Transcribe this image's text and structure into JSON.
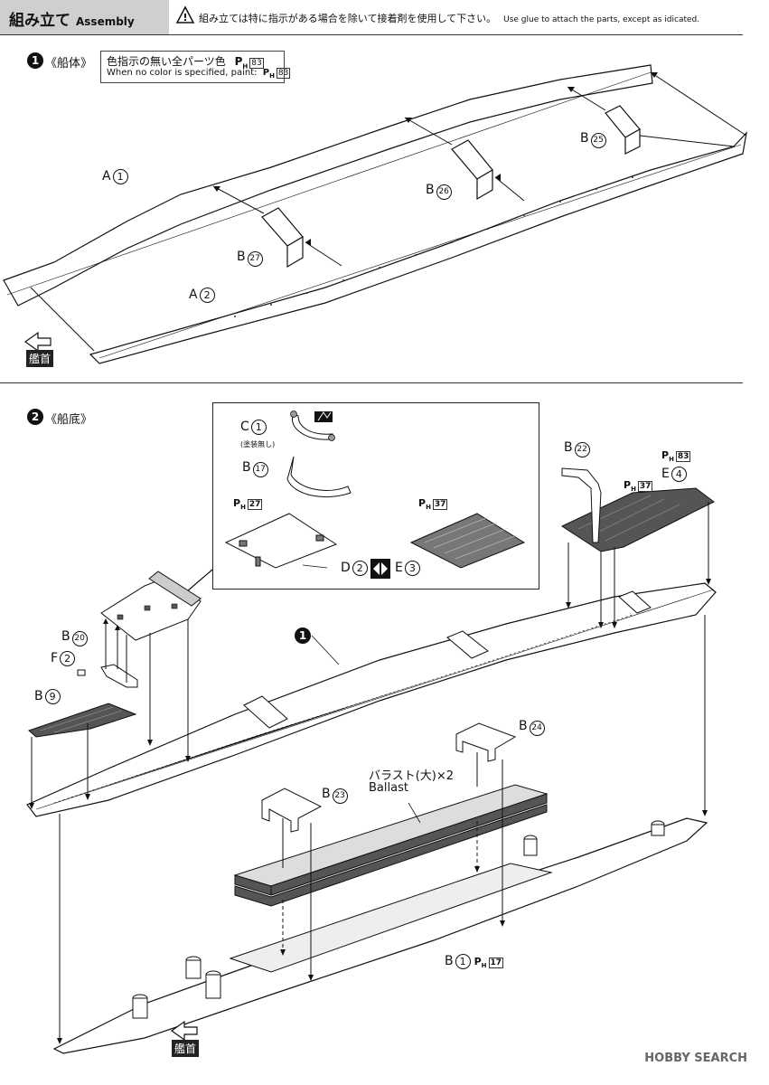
{
  "header": {
    "title_jp": "組み立て",
    "title_en": "Assembly",
    "warning_icon": "warning-triangle-icon",
    "notice_jp": "組み立ては特に指示がある場合を除いて接着剤を使用して下さい。",
    "notice_en": "Use glue to attach the parts, except as idicated."
  },
  "step1": {
    "number": "1",
    "title": "《船体》",
    "note_jp": "色指示の無い全パーツ色",
    "note_en": "When no color is specified, paint:",
    "note_ph": "P",
    "note_ph_sub": "H",
    "note_ph_num": "83",
    "parts": [
      {
        "letter": "A",
        "num": "1"
      },
      {
        "letter": "A",
        "num": "2"
      },
      {
        "letter": "B",
        "num": "27"
      },
      {
        "letter": "B",
        "num": "26"
      },
      {
        "letter": "B",
        "num": "25"
      }
    ],
    "bow_label": "艦首"
  },
  "step2": {
    "number": "2",
    "title": "《船底》",
    "inset": {
      "c_letter": "C",
      "c_num": "1",
      "c_note": "(塗装無し)",
      "b_letter": "B",
      "b_num": "17",
      "ph27": "27",
      "ph37": "37",
      "d_letter": "D",
      "d_num": "2",
      "e_letter": "E",
      "e_num": "3"
    },
    "parts": {
      "b22": {
        "letter": "B",
        "num": "22"
      },
      "ph83": "83",
      "ph37": "37",
      "e4": {
        "letter": "E",
        "num": "4"
      },
      "b20": {
        "letter": "B",
        "num": "20"
      },
      "f2": {
        "letter": "F",
        "num": "2"
      },
      "b9": {
        "letter": "B",
        "num": "9"
      },
      "step_ref": "1",
      "b24": {
        "letter": "B",
        "num": "24"
      },
      "b23": {
        "letter": "B",
        "num": "23"
      },
      "b1": {
        "letter": "B",
        "num": "1"
      },
      "ph17": "17"
    },
    "ballast_jp": "バラスト(大)×2",
    "ballast_en": "Ballast",
    "bow_label": "艦首"
  },
  "watermark": "HOBBY SEARCH",
  "colors": {
    "ink": "#111111",
    "header_gray": "#cfcfcf",
    "deck_gray": "#555555"
  }
}
